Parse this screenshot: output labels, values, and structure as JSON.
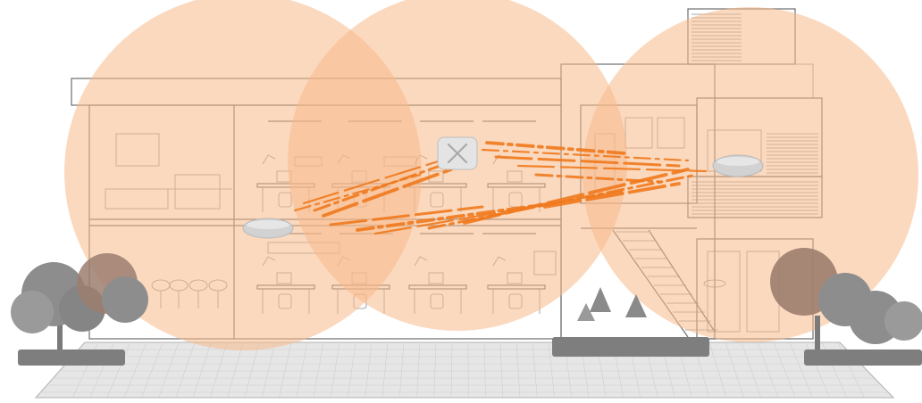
{
  "colors": {
    "coverage": "#f8b98a",
    "coverage_opacity": 0.55,
    "signal": "#f07a1e",
    "device_main": "#e4e4e4",
    "device_satellite": "#d2d2d2",
    "building_stroke": "#6e6e6e",
    "tree": "#8d8d8d",
    "tree_tinted": "#9c7d6e",
    "pavement": "#e6e6e6"
  },
  "devices": [
    {
      "role": "main-router",
      "icon": "x-logo-icon"
    },
    {
      "role": "satellite-left",
      "icon": "mesh-node-icon"
    },
    {
      "role": "satellite-right",
      "icon": "mesh-node-icon"
    }
  ]
}
